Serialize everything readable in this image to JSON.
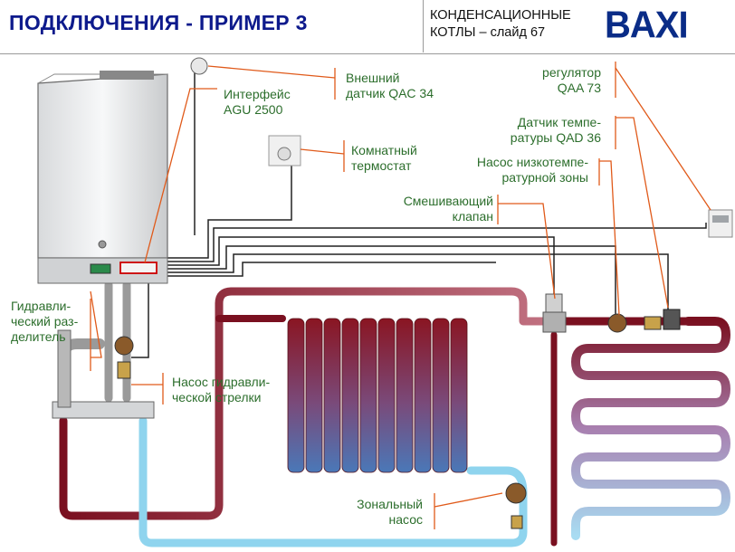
{
  "header": {
    "title": "ПОДКЛЮЧЕНИЯ - ПРИМЕР 3",
    "subtitle_line1": "КОНДЕНСАЦИОННЫЕ",
    "subtitle_line2": "КОТЛЫ – слайд 67",
    "logo": "BAXI"
  },
  "labels": {
    "interface": [
      "Интерфейс",
      "AGU 2500"
    ],
    "external_sensor": [
      "Внешний",
      "датчик  QAC 34"
    ],
    "room_thermostat": [
      "Комнатный",
      "термостат"
    ],
    "regulator": [
      "регулятор",
      "QAA 73"
    ],
    "temp_sensor": [
      "Датчик темпе-",
      "ратуры QAD 36"
    ],
    "low_temp_pump": [
      "Насос низкотемпе-",
      "ратурной зоны"
    ],
    "mixing_valve": [
      "Смешивающий",
      "клапан"
    ],
    "hydraulic_separator": [
      "Гидравли-",
      "ческий раз-",
      "делитель"
    ],
    "separator_pump": [
      "Насос гидравли-",
      "ческой стрелки"
    ],
    "zone_pump": [
      "Зональный",
      "насос"
    ]
  },
  "colors": {
    "title": "#0d1a8c",
    "logo": "#0a2c87",
    "label": "#2c6e2c",
    "leader": "#e05a1a",
    "hot_pipe": "#7a1020",
    "cold_pipe": "#8fd4ee"
  }
}
